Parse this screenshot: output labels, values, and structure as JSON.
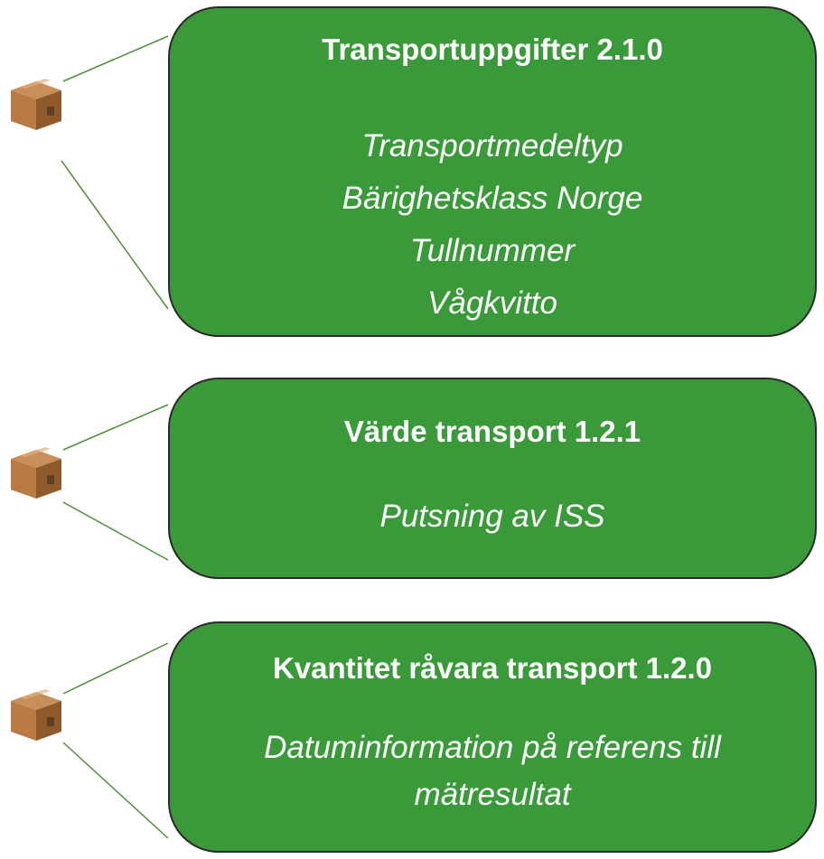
{
  "cards": [
    {
      "title": "Transportuppgifter 2.1.0",
      "items": [
        "Transportmedeltyp",
        "Bärighetsklass Norge",
        "Tullnummer",
        "Vågkvitto"
      ]
    },
    {
      "title": "Värde transport 1.2.1",
      "items": [
        "Putsning av ISS"
      ]
    },
    {
      "title": "Kvantitet råvara transport 1.2.0",
      "items": [
        "Datuminformation på referens till",
        "mätresultat"
      ]
    }
  ],
  "colors": {
    "card_fill": "#3a9a3a",
    "card_border": "#2a2a2a",
    "connector": "#4f8f3a",
    "text": "#ffffff",
    "box_top": "#c98f5a",
    "box_front": "#b97a45",
    "box_side": "#8e5a2c"
  },
  "icons": [
    "package-box-icon",
    "package-box-icon",
    "package-box-icon"
  ]
}
